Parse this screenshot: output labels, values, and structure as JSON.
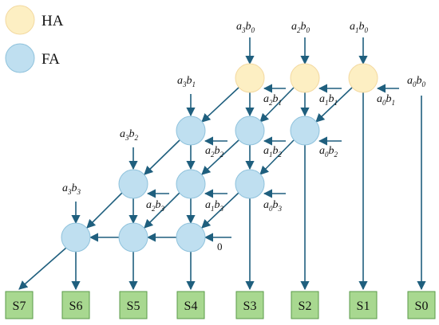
{
  "legend": {
    "ha": {
      "label": "HA",
      "color": "#fdefc3"
    },
    "fa": {
      "label": "FA",
      "color": "#bfdff0"
    }
  },
  "colors": {
    "wire": "#1f5f7e",
    "ha_stroke": "#f3d9a0",
    "fa_stroke": "#8fc2dc",
    "output_fill": "#a8d890",
    "output_stroke": "#5a9a48"
  },
  "outputs": [
    "S7",
    "S6",
    "S5",
    "S4",
    "S3",
    "S2",
    "S1",
    "S0"
  ],
  "inputs": {
    "a3b0": {
      "a": "a",
      "as": "3",
      "b": "b",
      "bs": "0"
    },
    "a2b0": {
      "a": "a",
      "as": "2",
      "b": "b",
      "bs": "0"
    },
    "a1b0": {
      "a": "a",
      "as": "1",
      "b": "b",
      "bs": "0"
    },
    "a0b0": {
      "a": "a",
      "as": "0",
      "b": "b",
      "bs": "0"
    },
    "a3b1": {
      "a": "a",
      "as": "3",
      "b": "b",
      "bs": "1"
    },
    "a2b1": {
      "a": "a",
      "as": "2",
      "b": "b",
      "bs": "1"
    },
    "a1b1": {
      "a": "a",
      "as": "1",
      "b": "b",
      "bs": "1"
    },
    "a0b1": {
      "a": "a",
      "as": "0",
      "b": "b",
      "bs": "1"
    },
    "a3b2": {
      "a": "a",
      "as": "3",
      "b": "b",
      "bs": "2"
    },
    "a2b2": {
      "a": "a",
      "as": "2",
      "b": "b",
      "bs": "2"
    },
    "a1b2": {
      "a": "a",
      "as": "1",
      "b": "b",
      "bs": "2"
    },
    "a0b2": {
      "a": "a",
      "as": "0",
      "b": "b",
      "bs": "2"
    },
    "a3b3": {
      "a": "a",
      "as": "3",
      "b": "b",
      "bs": "3"
    },
    "a2b3": {
      "a": "a",
      "as": "2",
      "b": "b",
      "bs": "3"
    },
    "a1b3": {
      "a": "a",
      "as": "1",
      "b": "b",
      "bs": "3"
    },
    "a0b3": {
      "a": "a",
      "as": "0",
      "b": "b",
      "bs": "3"
    }
  },
  "zero_label": "0"
}
